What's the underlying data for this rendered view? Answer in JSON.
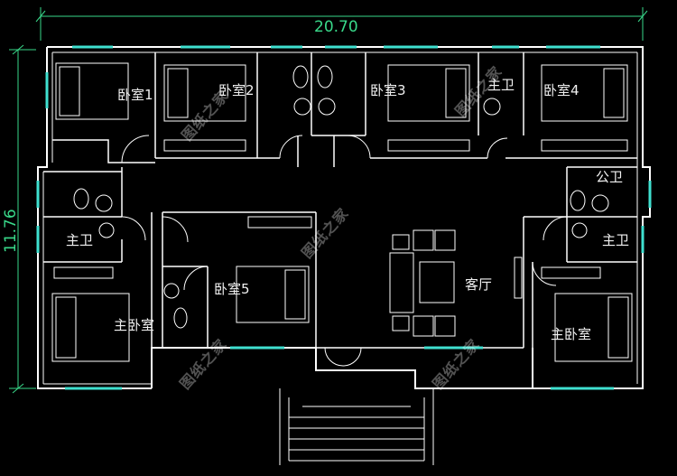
{
  "dimensions": {
    "width": "20.70",
    "depth": "11.76"
  },
  "rooms": {
    "bedroom1": "卧室1",
    "bedroom2": "卧室2",
    "bedroom3": "卧室3",
    "bedroom4": "卧室4",
    "bedroom5": "卧室5",
    "bathroom_top": "主卫",
    "master_bath_left": "主卫",
    "master_bath_right": "主卫",
    "public_bath": "公卫",
    "living_room": "客厅",
    "master_bedroom_left": "主卧室",
    "master_bedroom_right": "主卧室"
  },
  "watermark": "图纸之家",
  "colors": {
    "wall": "#ffffff",
    "window": "#3fe0d0",
    "dimension": "#39d98a",
    "background": "#000000"
  }
}
